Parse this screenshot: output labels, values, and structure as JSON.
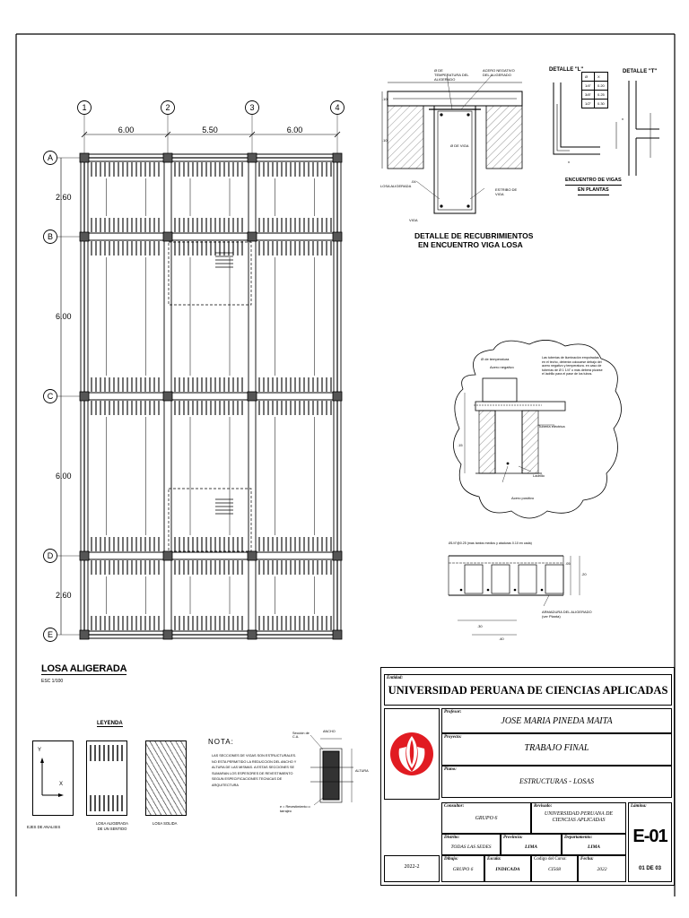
{
  "grid": {
    "columns": [
      "1",
      "2",
      "3",
      "4"
    ],
    "rows": [
      "A",
      "B",
      "C",
      "D",
      "E"
    ],
    "spans_x": [
      "6.00",
      "5.50",
      "6.00"
    ],
    "spans_y": [
      "2.60",
      "6.00",
      "6.00",
      "2.60"
    ]
  },
  "plan": {
    "title": "LOSA ALIGERADA",
    "scale": "ESC 1/100"
  },
  "detail_recubrimientos": {
    "title_line1": "DETALLE DE RECUBRIMIENTOS",
    "title_line2": "EN ENCUENTRO VIGA LOSA",
    "labels": [
      "Ø DE TEMPERATURA DEL ALIGERADO",
      "ACERO NEGATIVO DEL ALIGERADO",
      "Ø DE VIGA",
      "LOSA ALIGERADA",
      "ESTRIBO DE VIGA",
      "VIGA"
    ]
  },
  "detalle_l": {
    "title": "DETALLE \"L\"",
    "rows": [
      [
        "Ø",
        "X"
      ],
      [
        "1/4\"",
        "0.20"
      ],
      [
        "3/8\"",
        "0.25"
      ],
      [
        "1/2\"",
        "0.30"
      ]
    ]
  },
  "detalle_t": {
    "title": "DETALLE \"T\""
  },
  "encuentro": {
    "line1": "ENCUENTRO DE VIGAS",
    "line2": "EN PLANTAS"
  },
  "cloud_note": {
    "labels": [
      "Ø de temperatura",
      "Acero negativo",
      "Tubería eléctrica",
      "Ladrillo",
      "Acero positivo"
    ],
    "note": "Las tuberías de iluminación empotradas en el techo, deberán colocarse debajo del acero negativo y temperatura. en caso de tuberías de Ø 1 1/4\" o más deberá picarse el ladrillo para el pase de los tubos."
  },
  "section_note": {
    "top": "Ø1/4\"@0.25 (mas tantos medios y ataduras 0.10 en cada)",
    "bottom": "ARMADURA DEL ALIGERADO (ver Planta)"
  },
  "leyenda": {
    "title": "LEYENDA",
    "items": [
      "EJES DE ANALISIS",
      "LOSA ALIGERADA DE UN SENTIDO",
      "LOSA SOLIDA"
    ],
    "axis_y": "Y",
    "axis_x": "X"
  },
  "nota": {
    "title": "NOTA:",
    "text": "LAS SECCIONES DE VIGAS SON ESTRUCTURALES. NO ESTA PERMITIDO LA REDUCCION DEL ANCHO Y ALTURA DE LAS MISMAS. A ESTAS SECCIONES SE SUMARAN LOS ESPESORES DE REVESTIMIENTO SEGUN ESPECIFICACIONES TECNICAS DE ARQUITECTURA",
    "fig_labels": [
      "Sección de C.A.",
      "ANCHO",
      "ALTURA",
      "e = Revestimiento o tarrajeo"
    ]
  },
  "title_block": {
    "entidad_label": "Entidad:",
    "entidad": "UNIVERSIDAD PERUANA DE CIENCIAS APLICADAS",
    "profesor_label": "Profesor:",
    "profesor": "JOSE MARIA PINEDA MAITA",
    "proyecto_label": "Proyecto:",
    "proyecto": "TRABAJO FINAL",
    "plano_label": "Plano:",
    "plano": "ESTRUCTURAS - LOSAS",
    "consultor_label": "Consultor:",
    "consultor": "GRUPO 6",
    "revisado_label": "Revisado:",
    "revisado": "UNIVERSIDAD PERUANA DE CIENCIAS APLICADAS",
    "distrito_label": "Distrito:",
    "distrito": "TODAS LAS SEDES",
    "provincia_label": "Provincia:",
    "provincia": "LIMA",
    "departamento_label": "Departamento:",
    "departamento": "LIMA",
    "dibujo_label": "Dibujo:",
    "dibujo": "GRUPO 6",
    "escala_label": "Escala:",
    "escala": "INDICADA",
    "codigo_label": "Codigo del Curso:",
    "codigo": "CI568",
    "fecha_label": "Fecha:",
    "fecha": "2022",
    "periodo": "2022-2",
    "lamina_label": "Lámina:",
    "lamina": "E-01",
    "lamina_sub": "01 DE 03"
  }
}
